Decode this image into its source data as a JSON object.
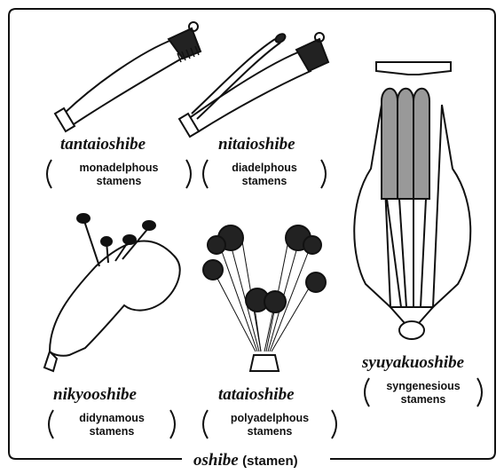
{
  "caption": {
    "term": "oshibe",
    "gloss": "(stamen)"
  },
  "items": [
    {
      "term": "tantaioshibe",
      "gloss_line1": "monadelphous",
      "gloss_line2": "stamens"
    },
    {
      "term": "nitaioshibe",
      "gloss_line1": "diadelphous",
      "gloss_line2": "stamens"
    },
    {
      "term": "syuyakuoshibe",
      "gloss_line1": "syngenesious",
      "gloss_line2": "stamens"
    },
    {
      "term": "nikyooshibe",
      "gloss_line1": "didynamous",
      "gloss_line2": "stamens"
    },
    {
      "term": "tataioshibe",
      "gloss_line1": "polyadelphous",
      "gloss_line2": "stamens"
    }
  ]
}
